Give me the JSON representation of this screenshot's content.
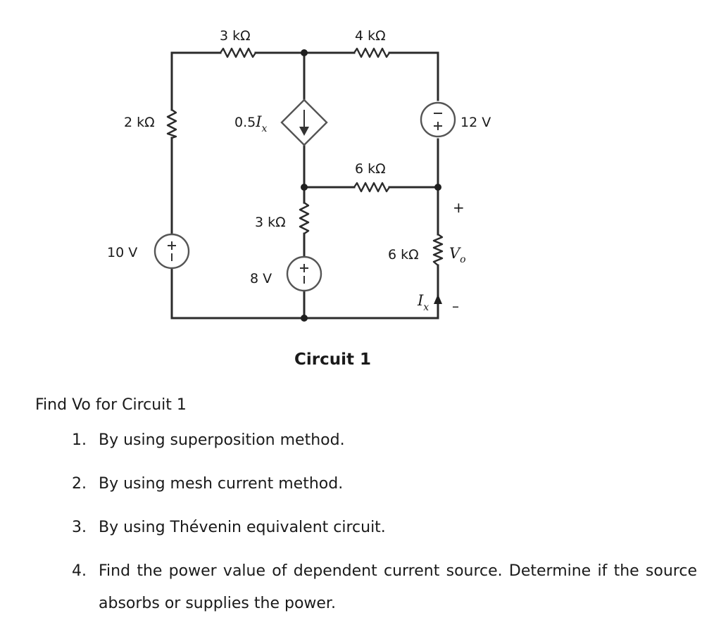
{
  "circuit": {
    "labels": {
      "r_top_left": "3 kΩ",
      "r_top_right": "4 kΩ",
      "r_left": "2 kΩ",
      "dep_source_coef": "0.5",
      "dep_source_var": "I",
      "dep_source_sub": "x",
      "v_12": "12 V",
      "r_mid_horizontal": "6 kΩ",
      "r_mid_vertical": "3 kΩ",
      "v_10": "10 V",
      "v_8": "8 V",
      "r_right_vertical": "6 kΩ",
      "vo_var": "V",
      "vo_sub": "o",
      "vo_plus": "+",
      "vo_minus": "–",
      "ix_var": "I",
      "ix_sub": "x",
      "plus_sign": "+"
    },
    "caption": "Circuit 1"
  },
  "problem": {
    "prompt": "Find Vo for Circuit 1",
    "items": [
      "By using superposition method.",
      "By using mesh current method.",
      "By using Thévenin equivalent circuit.",
      "Find the power value of dependent current source. Determine if the source absorbs or supplies the power."
    ]
  }
}
